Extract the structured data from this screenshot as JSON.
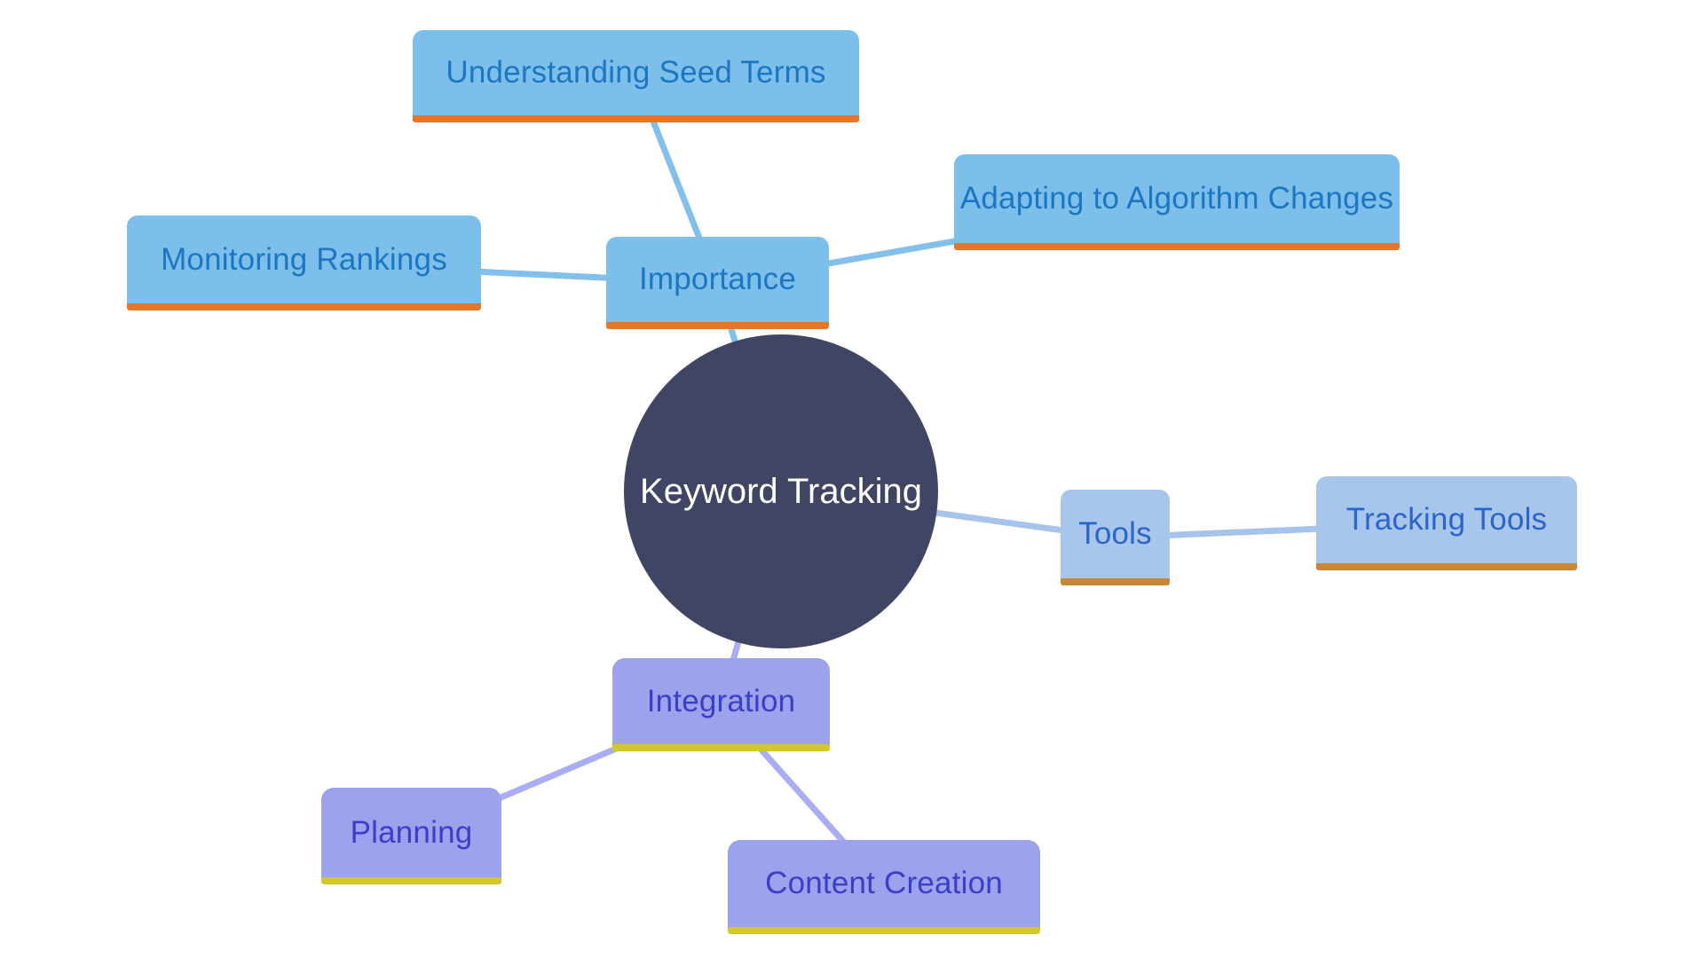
{
  "map": {
    "center": {
      "label": "Keyword Tracking",
      "fill": "#414564",
      "text_color": "#FFFFFF"
    },
    "branches": {
      "importance": {
        "label": "Importance",
        "fill": "#7CBFEA",
        "accent": "#E4772B",
        "text_color": "#1C76C2",
        "line_color": "#82BFEB",
        "children": [
          {
            "label": "Understanding Seed Terms"
          },
          {
            "label": "Monitoring Rankings"
          },
          {
            "label": "Adapting to Algorithm Changes"
          }
        ]
      },
      "tools": {
        "label": "Tools",
        "fill": "#A8C5EC",
        "accent": "#C98634",
        "text_color": "#2A65C9",
        "line_color": "#A5C3EB",
        "children": [
          {
            "label": "Tracking Tools"
          }
        ]
      },
      "integration": {
        "label": "Integration",
        "fill": "#9DA2EC",
        "accent": "#D2C929",
        "text_color": "#3A3EC8",
        "line_color": "#A9ADF1",
        "children": [
          {
            "label": "Planning"
          },
          {
            "label": "Content Creation"
          }
        ]
      }
    }
  }
}
